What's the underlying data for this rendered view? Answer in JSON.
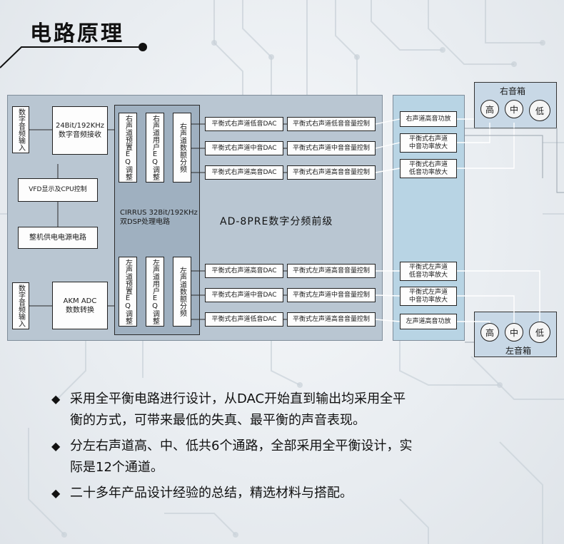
{
  "header": {
    "title": "电路原理"
  },
  "diagram": {
    "input_digital_top": "数字音频输入",
    "receiver": "24Bit/192KHz\n数字音频接收",
    "vfd": "VFD显示及CPU控制",
    "power": "整机供电电源电路",
    "input_digital_bottom": "数字音频输入",
    "adc": "AKM ADC\n数数转换",
    "dsp_label": "CIRRUS 32Bit/192KHz\n双DSP处理电路",
    "ad_title": "AD-8PRE数字分频前级",
    "right_dsp_cols": [
      "右声道预置EQ调整",
      "右声道用户EQ调整",
      "右声道数额分频"
    ],
    "left_dsp_cols": [
      "左声道预置EQ调整",
      "左声道用户EQ调整",
      "左声道数额分频"
    ],
    "right_dacs": [
      "平衡式右声道低音DAC",
      "平衡式右声道中音DAC",
      "平衡式右声道高音DAC"
    ],
    "right_vols": [
      "平衡式右声道低音音量控制",
      "平衡式右声道中音音量控制",
      "平衡式右声道高音音量控制"
    ],
    "left_dacs": [
      "平衡式右声道高音DAC",
      "平衡式右声道中音DAC",
      "平衡式右声道低音DAC"
    ],
    "left_vols": [
      "平衡式左声道高音音量控制",
      "平衡式左声道中音音量控制",
      "平衡式左声道高音音量控制"
    ],
    "right_amps": [
      "右声道高音功放",
      "平衡式右声道\n中音功率放大",
      "平衡式右声道\n低音功率放大"
    ],
    "left_amps": [
      "平衡式左声道\n低音功率放大",
      "平衡式左声道\n中音功率放大",
      "左声道高音功放"
    ],
    "right_speaker": {
      "title": "右音箱",
      "drivers": [
        "高",
        "中",
        "低"
      ]
    },
    "left_speaker": {
      "title": "左音箱",
      "drivers": [
        "高",
        "中",
        "低"
      ]
    }
  },
  "bullets": [
    "采用全平衡电路进行设计，从DAC开始直到输出均采用全平\n衡的方式，可带来最低的失真、最平衡的声音表现。",
    "分左右声道高、中、低共6个通路，全部采用全平衡设计，实\n际是12个通道。",
    "二十多年产品设计经验的总结，精选材料与搭配。"
  ],
  "colors": {
    "panel": "#b9c6d2",
    "dsp": "#9fb0c0",
    "amp_panel": "#b8d4e4",
    "speaker": "#c8d8e6"
  }
}
